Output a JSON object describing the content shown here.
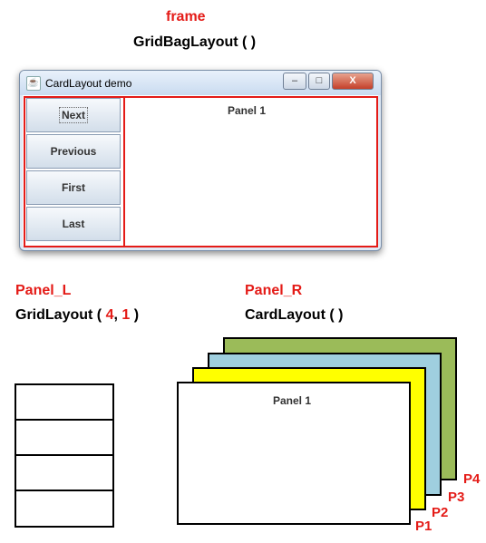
{
  "frame": {
    "name": "frame",
    "layout": "GridBagLayout ( )"
  },
  "window": {
    "title": "CardLayout demo",
    "icon": "java-cup-icon",
    "controls": {
      "minimize": "–",
      "maximize": "□",
      "close": "X"
    }
  },
  "panel_left": {
    "name": "Panel_L",
    "layout_prefix": "GridLayout ( ",
    "rows": "4",
    "sep": ", ",
    "cols": "1",
    "layout_suffix": " )",
    "buttons": [
      "Next",
      "Previous",
      "First",
      "Last"
    ]
  },
  "panel_right": {
    "name": "Panel_R",
    "layout": "CardLayout ( )",
    "shown_card_label": "Panel 1"
  },
  "cards": [
    {
      "label": "P1",
      "color": "#ffffff"
    },
    {
      "label": "P2",
      "color": "#ffff00"
    },
    {
      "label": "P3",
      "color": "#9fcfdf"
    },
    {
      "label": "P4",
      "color": "#9bbb59"
    }
  ],
  "colors": {
    "accent": "#e41b17"
  }
}
